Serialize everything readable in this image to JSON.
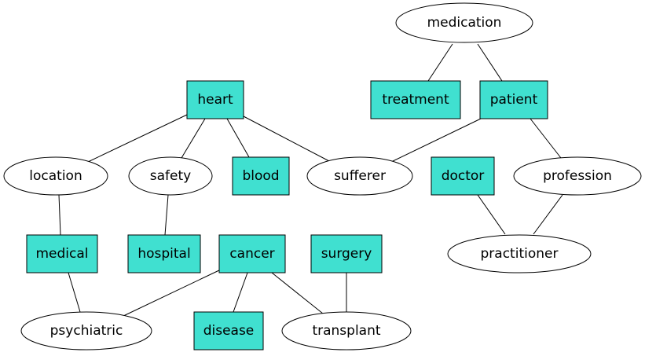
{
  "colors": {
    "box_fill": "#40e0d0",
    "ellipse_fill": "#ffffff",
    "stroke": "#000000"
  },
  "nodes": {
    "medication": {
      "label": "medication",
      "shape": "ellipse"
    },
    "treatment": {
      "label": "treatment",
      "shape": "box"
    },
    "patient": {
      "label": "patient",
      "shape": "box"
    },
    "heart": {
      "label": "heart",
      "shape": "box"
    },
    "location": {
      "label": "location",
      "shape": "ellipse"
    },
    "safety": {
      "label": "safety",
      "shape": "ellipse"
    },
    "blood": {
      "label": "blood",
      "shape": "box"
    },
    "sufferer": {
      "label": "sufferer",
      "shape": "ellipse"
    },
    "doctor": {
      "label": "doctor",
      "shape": "box"
    },
    "profession": {
      "label": "profession",
      "shape": "ellipse"
    },
    "medical": {
      "label": "medical",
      "shape": "box"
    },
    "hospital": {
      "label": "hospital",
      "shape": "box"
    },
    "cancer": {
      "label": "cancer",
      "shape": "box"
    },
    "surgery": {
      "label": "surgery",
      "shape": "box"
    },
    "practitioner": {
      "label": "practitioner",
      "shape": "ellipse"
    },
    "psychiatric": {
      "label": "psychiatric",
      "shape": "ellipse"
    },
    "disease": {
      "label": "disease",
      "shape": "box"
    },
    "transplant": {
      "label": "transplant",
      "shape": "ellipse"
    }
  },
  "edges": [
    [
      "medication",
      "treatment"
    ],
    [
      "medication",
      "patient"
    ],
    [
      "patient",
      "sufferer"
    ],
    [
      "patient",
      "profession"
    ],
    [
      "heart",
      "location"
    ],
    [
      "heart",
      "safety"
    ],
    [
      "heart",
      "blood"
    ],
    [
      "heart",
      "sufferer"
    ],
    [
      "location",
      "medical"
    ],
    [
      "safety",
      "hospital"
    ],
    [
      "doctor",
      "practitioner"
    ],
    [
      "profession",
      "practitioner"
    ],
    [
      "medical",
      "psychiatric"
    ],
    [
      "cancer",
      "psychiatric"
    ],
    [
      "cancer",
      "disease"
    ],
    [
      "cancer",
      "transplant"
    ],
    [
      "surgery",
      "transplant"
    ]
  ]
}
